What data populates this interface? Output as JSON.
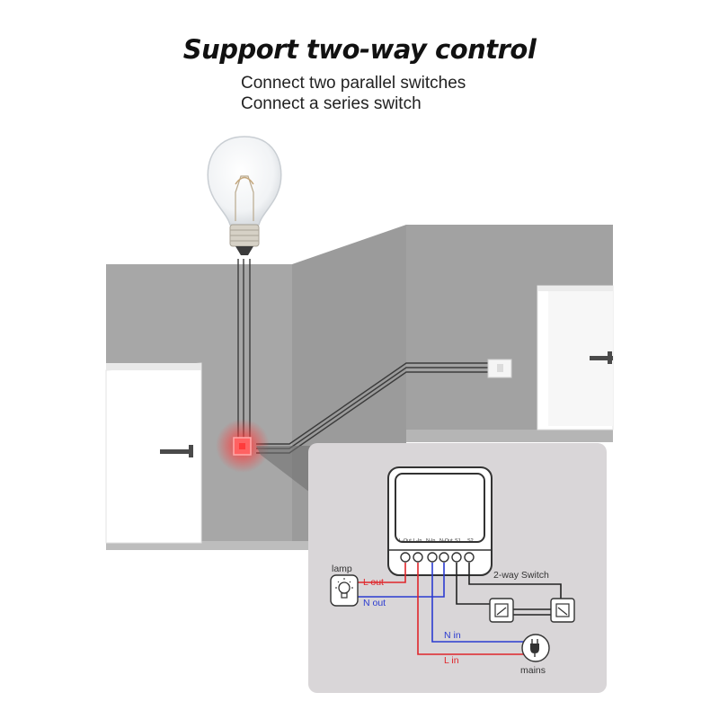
{
  "header": {
    "title": "Support two-way control",
    "lines": [
      "Connect two parallel switches",
      "Connect a series switch"
    ]
  },
  "module": {
    "terminals": [
      "L-Out",
      "L-In",
      "N-In",
      "N-Out",
      "S1",
      "S2"
    ]
  },
  "wiring": {
    "lamp_label": "lamp",
    "l_out": "L out",
    "n_out": "N out",
    "switch_label": "2-way Switch",
    "n_in": "N in",
    "l_in": "L in",
    "mains_label": "mains"
  },
  "colors": {
    "live": "#e0262b",
    "neutral": "#2b3bd0",
    "wall": "#a4a4a4",
    "panel": "#d9d6d8"
  }
}
